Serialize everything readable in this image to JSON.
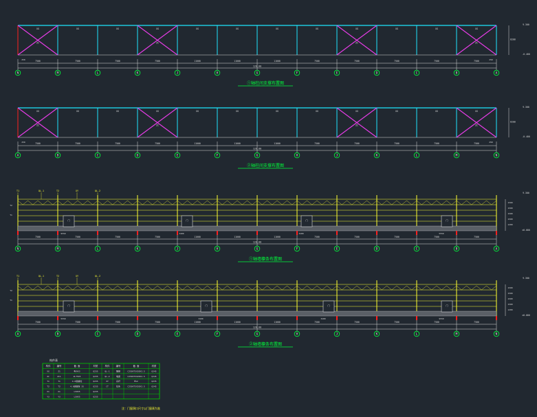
{
  "colors": {
    "bg": "#212830",
    "frame": "#1ee6ff",
    "brace": "#e63ce6",
    "dim": "#dcdcdc",
    "axis_circle": "#00ff3c",
    "title_green": "#00ff3c",
    "yellow": "#ffff32",
    "red": "#ff2020",
    "table_line": "#00c800"
  },
  "elevations": [
    {
      "title": "①轴柱间支撑布置图",
      "axes": [
        "N",
        "M",
        "L",
        "K",
        "J",
        "H",
        "G",
        "F",
        "E",
        "D",
        "C",
        "B",
        "A"
      ],
      "bay_dims": [
        "7500",
        "7500",
        "7500",
        "7500",
        "11000",
        "11000",
        "11000",
        "7500",
        "7500",
        "7500",
        "7500",
        "7500"
      ],
      "left_dim": "250",
      "right_dim": "250",
      "total_dim": "120.00",
      "braced_bays": [
        0,
        3,
        8,
        11
      ],
      "xg_label": "XG",
      "zc_label": "ZC",
      "height_dim": "8200",
      "elev_top": "9.300",
      "elev_bottom": "-0.400"
    },
    {
      "title": "②轴柱间支撑布置图",
      "axes": [
        "A",
        "B",
        "C",
        "D",
        "E",
        "F",
        "G",
        "H",
        "J",
        "K",
        "L",
        "M",
        "N"
      ],
      "bay_dims": [
        "7500",
        "7500",
        "7500",
        "7500",
        "11000",
        "11000",
        "11000",
        "7500",
        "7500",
        "7500",
        "7500",
        "7500"
      ],
      "left_dim": "250",
      "right_dim": "250",
      "total_dim": "120.00",
      "braced_bays": [
        0,
        3,
        8,
        11
      ],
      "xg_label": "XG",
      "zc_label": "ZC",
      "height_dim": "8200",
      "elev_top": "9.300",
      "elev_bottom": "-0.400"
    },
    {
      "title": "①轴墙檩条布置图",
      "axes": [
        "N",
        "M",
        "L",
        "K",
        "J",
        "H",
        "G",
        "F",
        "E",
        "D",
        "C",
        "B",
        "A"
      ],
      "total_dim": "120.00",
      "tag_labels": [
        "T1",
        "QL-1",
        "T2",
        "XY",
        "QL-2"
      ],
      "door_labels": [
        "9550",
        "3400",
        "3400",
        "5550"
      ],
      "elev_top": "9.300",
      "elev_bottom": "±0.000",
      "side_dims": [
        "1500",
        "1500",
        "1500",
        "1500",
        "1200"
      ]
    },
    {
      "title": "②轴墙檩条布置图",
      "axes": [
        "A",
        "B",
        "C",
        "D",
        "E",
        "F",
        "G",
        "H",
        "J",
        "K",
        "L",
        "M",
        "N"
      ],
      "total_dim": "120.00",
      "tag_labels": [
        "T1",
        "QL-1",
        "T2",
        "XY",
        "QL-2"
      ],
      "door_labels": [
        "5550",
        "3400",
        "3400",
        "9550"
      ],
      "elev_top": "9.300",
      "elev_bottom": "±0.000",
      "side_dims": [
        "1500",
        "1500",
        "1500",
        "1500",
        "1200"
      ]
    }
  ],
  "table": {
    "title": "构件表",
    "headers": [
      "构件",
      "编号",
      "截 面",
      "材质",
      "构件",
      "编号",
      "截 面",
      "材质"
    ],
    "rows": [
      [
        "XG",
        "Z1",
        "Φ89X3",
        "Q235",
        "QL-1",
        "隅撑",
        "C250X75X20X2.5",
        "Q345"
      ],
      [
        "ZC",
        "ZC1",
        "2L75X5",
        "Q235",
        "QL-2",
        "墙梁",
        "C250X75X20X2.5",
        "Q345"
      ],
      [
        "T1",
        "T1",
        "4.6级螺栓",
        "Q235",
        "XY",
        "系杆",
        "Φ12",
        "Q235"
      ],
      [
        "T2",
        "T2",
        "4.6级螺栓 35",
        "Q235",
        "CT",
        "拉条",
        "C250X75X20X2.5",
        "Q345"
      ],
      [
        "X1",
        "X1",
        "L50X5",
        "Q235",
        "",
        "",
        "",
        ""
      ],
      [
        "Y3",
        "Y3",
        "L50X5",
        "Q235",
        "",
        "",
        "",
        ""
      ]
    ],
    "note": "注：门窗洞口尺寸以门窗表为准"
  }
}
